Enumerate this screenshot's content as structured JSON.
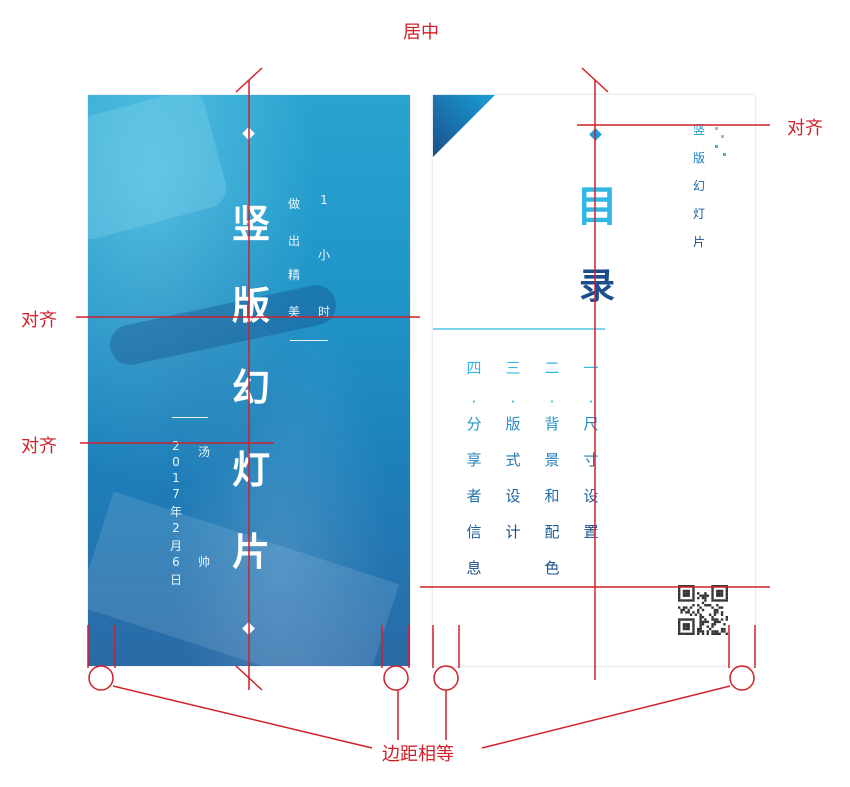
{
  "annotations": {
    "center": "居中",
    "align_right": "对齐",
    "align_left_1": "对齐",
    "align_left_2": "对齐",
    "equal_margins": "边距相等"
  },
  "left_slide": {
    "title_chars": [
      "竖",
      "版",
      "幻",
      "灯",
      "片"
    ],
    "sub1_chars": [
      "1",
      "小",
      "时"
    ],
    "sub2_chars": [
      "做",
      "出",
      "精",
      "美"
    ],
    "author_chars": [
      "汤",
      "帅"
    ],
    "date_chars": [
      "2",
      "0",
      "1",
      "7",
      "年",
      "2",
      "月",
      "6",
      "日"
    ]
  },
  "right_slide": {
    "heading_chars": [
      "目",
      "录"
    ],
    "side_title_chars": [
      "竖",
      "版",
      "幻",
      "灯",
      "片"
    ],
    "toc": [
      {
        "chars": [
          "一",
          "·",
          "尺",
          "寸",
          "设",
          "置"
        ]
      },
      {
        "chars": [
          "二",
          "·",
          "背",
          "景",
          "和",
          "配",
          "色"
        ]
      },
      {
        "chars": [
          "三",
          "·",
          "版",
          "式",
          "设",
          "计"
        ]
      },
      {
        "chars": [
          "四",
          "·",
          "分",
          "享",
          "者",
          "信",
          "息"
        ]
      }
    ]
  },
  "colors": {
    "annotation_red": "#d0202a",
    "accent_blue": "#1a9fd6",
    "dark_blue": "#1a4f8c",
    "teal": "#31b7e3"
  }
}
